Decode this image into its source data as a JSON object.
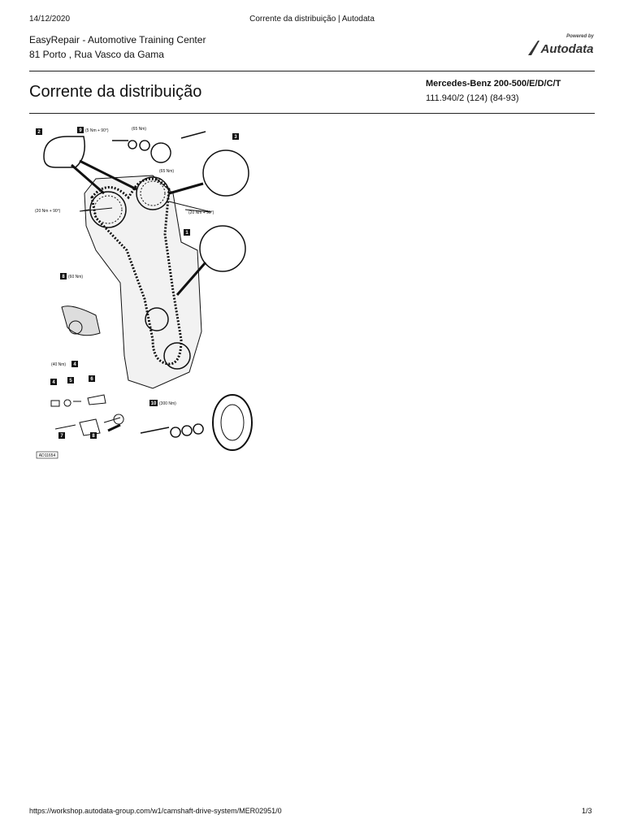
{
  "print_header": {
    "date": "14/12/2020",
    "title": "Corrente da distribuição | Autodata"
  },
  "company": {
    "name": "EasyRepair - Automotive Training Center",
    "address": "81 Porto , Rua Vasco da Gama"
  },
  "logo": {
    "powered_by": "Powered by",
    "brand": "Autodata"
  },
  "document": {
    "title": "Corrente da distribuição",
    "vehicle": "Mercedes-Benz 200-500/E/D/C/T",
    "engine_code": "111.940/2 (124) (84-93)"
  },
  "diagram": {
    "callouts": {
      "c1": "1",
      "c2": "2",
      "c3": "3",
      "c4a": "4",
      "c4b": "4",
      "c5": "5",
      "c6": "6",
      "c7": "7",
      "c8a": "8",
      "c8b": "8",
      "c9": "9",
      "c10": "10"
    },
    "torques": {
      "t1": "(5 Nm + 90°)",
      "t2": "(65 Nm)",
      "t3": "(65 Nm)",
      "t4": "(20 Nm + 90°)",
      "t5": "(20 Nm + 90°)",
      "t6": "(60 Nm)",
      "t7": "(40 Nm)",
      "t8": "(300 Nm)"
    },
    "figure_ref": "AD11654"
  },
  "footer": {
    "url": "https://workshop.autodata-group.com/w1/camshaft-drive-system/MER02951/0",
    "page": "1/3"
  }
}
